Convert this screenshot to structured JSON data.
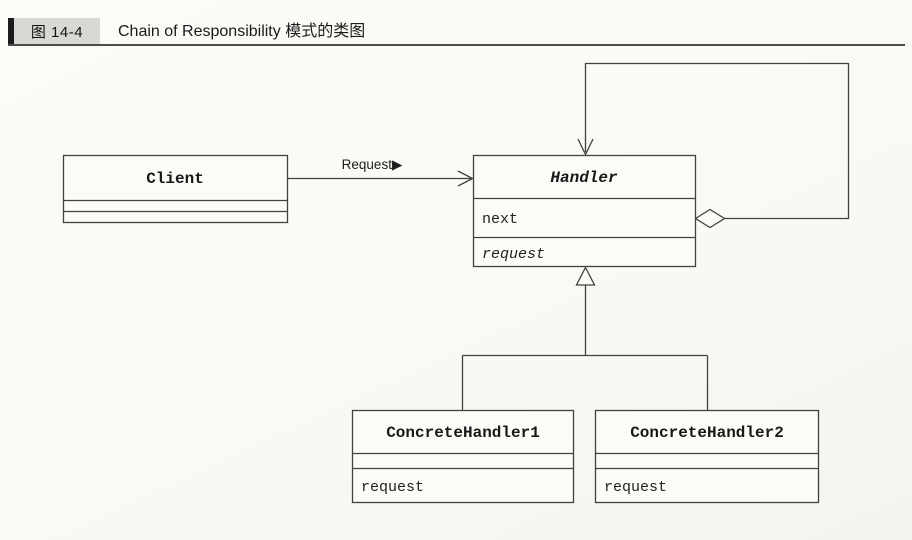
{
  "header": {
    "figure_label": "图 14-4",
    "title": "Chain of Responsibility 模式的类图"
  },
  "colors": {
    "paper": "#fbfaf7",
    "line": "#414140",
    "text": "#1b1b1b",
    "header_label_bg": "#d9d8d3",
    "header_label_bar": "#1c1c1c",
    "header_rule": "#4b4b49"
  },
  "diagram": {
    "classes": {
      "client": {
        "name": "Client",
        "attributes": [],
        "methods": []
      },
      "handler": {
        "name": "Handler",
        "abstract": true,
        "attributes": [
          "next"
        ],
        "methods": [
          "request"
        ]
      },
      "concrete_handler_1": {
        "name": "ConcreteHandler1",
        "attributes": [],
        "methods": [
          "request"
        ]
      },
      "concrete_handler_2": {
        "name": "ConcreteHandler2",
        "attributes": [],
        "methods": [
          "request"
        ]
      }
    },
    "relations": {
      "client_to_handler": {
        "type": "association",
        "label": "Request▶",
        "from": "Client",
        "to": "Handler"
      },
      "handler_self": {
        "type": "self-aggregation",
        "from": "Handler",
        "to": "Handler"
      },
      "generalization": {
        "type": "inheritance",
        "parent": "Handler",
        "children": [
          "ConcreteHandler1",
          "ConcreteHandler2"
        ]
      }
    }
  }
}
